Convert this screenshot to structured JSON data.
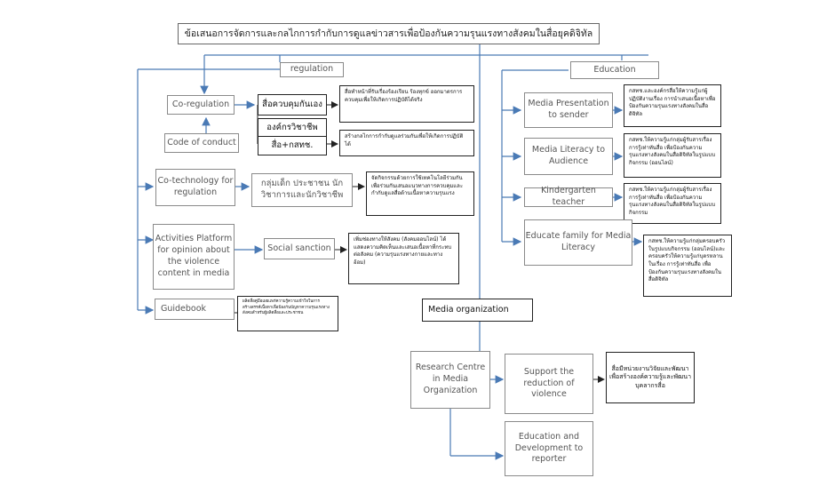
{
  "title": "ข้อเสนอการจัดการและกลไกการกำกับการดูแลข่าวสารเพื่อป้องกันความรุนแรงทางสังคมในสื่อยุคดิจิทัล",
  "regulation": {
    "label": "regulation",
    "co_regulation": "Co-regulation",
    "code_of_conduct": "Code of conduct",
    "self_regulation": "สื่อควบคุมกันเอง",
    "professional_body": "องค์กรวิชาชีพ",
    "media_nbtc": "สื่อ+กสทช.",
    "note_self": "สื่อทำหน้าที่รับเรื่องร้องเรียน ร้องทุกข์ ออกมาตรการควบคุมเพื่อให้เกิดการปฏิบัติได้จริง",
    "note_mechanism": "สร้างกลไกการกำกับดูแลร่วมกันเพื่อให้เกิดการปฏิบัติได้",
    "co_technology": "Co-technology for regulation",
    "youth_groups": "กลุ่มเด็ก ประชาชน นักวิชาการและนักวิชาชีพ",
    "note_technology": "จัดกิจกรรมด้วยการใช้เทคโนโลยีร่วมกันเพื่อร่วมกันเสนอแนวทางการควบคุมและกำกับดูแลสื่อด้านเนื้อหาความรุนแรง",
    "activities_platform": "Activities Platform for opinion about the violence content in media",
    "social_sanction": "Social sanction",
    "note_sanction": "เพิ่มช่องทางให้สังคม (สังคมออนไลน์) ได้แสดงความคิดเห็นและเสนอเนื้อหาที่กระทบต่อสังคม (ความรุนแรงทางกายและทางอ้อม)",
    "guidebook": "Guidebook",
    "note_guidebook": "ผลิตสื่อคู่มือเผยแพร่ความรู้ความเข้าใจในการสร้างสรรค์เนื้อหาเพื่อป้องกันปัญหาความรุนแรงทางสังคมสำหรับผู้ผลิตสื่อและประชาชน"
  },
  "education": {
    "label": "Education",
    "media_presentation": "Media Presentation to sender",
    "note_presentation": "กสทช.และองค์กรสื่อให้ความรู้แก่ผู้ปฏิบัติงานเรื่อง การนำเสนอเนื้อหาเพื่อป้องกันความรุนแรงทางสังคมในสื่อดิจิทัล",
    "media_literacy": "Media Literacy to Audience",
    "note_literacy": "กสทช.ให้ความรู้แก่กลุ่มผู้รับสารเรื่องการรู้เท่าทันสื่อ เพื่อป้องกันความรุนแรงทางสังคมในสื่อดิจิทัลในรูปแบบกิจกรรม (ออนไลน์)",
    "kindergarten": "Kindergarten teacher",
    "note_kindergarten": "กสทช.ให้ความรู้แก่กลุ่มผู้รับสารเรื่องการรู้เท่าทันสื่อ เพื่อป้องกันความรุนแรงทางสังคมในสื่อดิจิทัลในรูปแบบกิจกรรม",
    "family": "Educate family for Media Literacy",
    "note_family": "กสทช.ให้ความรู้แก่กลุ่มครอบครัวในรูปแบบกิจกรรม (ออนไลน์)และครอบครัวให้ความรู้แก่บุตรหลานในเรื่อง การรู้เท่าทันสื่อ เพื่อป้องกันความรุนแรงทางสังคมในสื่อดิจิทัล"
  },
  "media_org": {
    "label": "Media organization",
    "research": "Research Centre in Media Organization",
    "support": "Support the reduction of violence",
    "note_support": "สื่อมีหน่วยงานวิจัยและพัฒนาเพื่อสร้างองค์ความรู้และพัฒนาบุคลากรสื่อ",
    "edu_dev": "Education and Development to reporter"
  },
  "colors": {
    "connector": "#4a7ab5",
    "dark_line": "#222222"
  }
}
